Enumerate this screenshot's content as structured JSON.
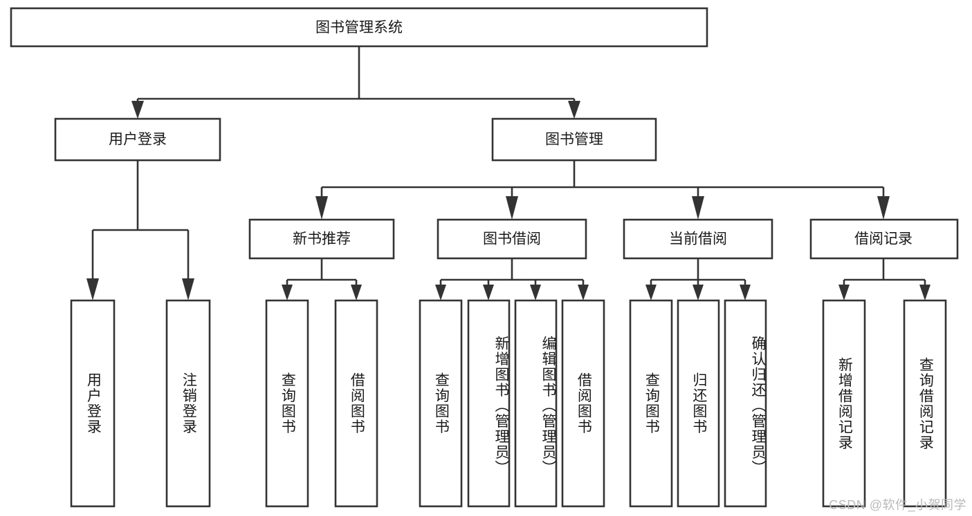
{
  "diagram": {
    "title": "图书管理系统",
    "watermark": "CSDN @软件_小贺同学",
    "colors": {
      "stroke": "#333333",
      "fill": "#ffffff",
      "text": "#1a1a1a",
      "watermark": "#b9b9b9",
      "background": "#ffffff"
    },
    "levels": {
      "root": "图书管理系统",
      "level2": [
        "用户登录",
        "图书管理"
      ],
      "level3": [
        "新书推荐",
        "图书借阅",
        "当前借阅",
        "借阅记录"
      ]
    },
    "nodes": {
      "root": {
        "label": "图书管理系统",
        "orientation": "horizontal"
      },
      "user_login": {
        "label": "用户登录",
        "orientation": "horizontal"
      },
      "book_manage": {
        "label": "图书管理",
        "orientation": "horizontal"
      },
      "new_book_rec": {
        "label": "新书推荐",
        "orientation": "horizontal"
      },
      "book_borrow": {
        "label": "图书借阅",
        "orientation": "horizontal"
      },
      "current_borrow": {
        "label": "当前借阅",
        "orientation": "horizontal"
      },
      "borrow_record": {
        "label": "借阅记录",
        "orientation": "horizontal"
      },
      "leaf_user_login": {
        "label": "用户登录",
        "orientation": "vertical"
      },
      "leaf_logout": {
        "label": "注销登录",
        "orientation": "vertical"
      },
      "leaf_query_book_a": {
        "label": "查询图书",
        "orientation": "vertical"
      },
      "leaf_borrow_book_a": {
        "label": "借阅图书",
        "orientation": "vertical"
      },
      "leaf_query_book_b": {
        "label": "查询图书",
        "orientation": "vertical"
      },
      "leaf_add_book": {
        "label": "新增图书（管理员）",
        "orientation": "vertical"
      },
      "leaf_edit_book": {
        "label": "编辑图书（管理员）",
        "orientation": "vertical"
      },
      "leaf_borrow_book_b": {
        "label": "借阅图书",
        "orientation": "vertical"
      },
      "leaf_query_book_c": {
        "label": "查询图书",
        "orientation": "vertical"
      },
      "leaf_return_book": {
        "label": "归还图书",
        "orientation": "vertical"
      },
      "leaf_confirm_return": {
        "label": "确认归还（管理员）",
        "orientation": "vertical"
      },
      "leaf_add_record": {
        "label": "新增借阅记录",
        "orientation": "vertical"
      },
      "leaf_query_record": {
        "label": "查询借阅记录",
        "orientation": "vertical"
      }
    },
    "edges": [
      {
        "from": "root",
        "to": "user_login"
      },
      {
        "from": "root",
        "to": "book_manage"
      },
      {
        "from": "user_login",
        "to": "leaf_user_login"
      },
      {
        "from": "user_login",
        "to": "leaf_logout"
      },
      {
        "from": "book_manage",
        "to": "new_book_rec"
      },
      {
        "from": "book_manage",
        "to": "book_borrow"
      },
      {
        "from": "book_manage",
        "to": "current_borrow"
      },
      {
        "from": "book_manage",
        "to": "borrow_record"
      },
      {
        "from": "new_book_rec",
        "to": "leaf_query_book_a"
      },
      {
        "from": "new_book_rec",
        "to": "leaf_borrow_book_a"
      },
      {
        "from": "book_borrow",
        "to": "leaf_query_book_b"
      },
      {
        "from": "book_borrow",
        "to": "leaf_add_book"
      },
      {
        "from": "book_borrow",
        "to": "leaf_edit_book"
      },
      {
        "from": "book_borrow",
        "to": "leaf_borrow_book_b"
      },
      {
        "from": "current_borrow",
        "to": "leaf_query_book_c"
      },
      {
        "from": "current_borrow",
        "to": "leaf_return_book"
      },
      {
        "from": "current_borrow",
        "to": "leaf_confirm_return"
      },
      {
        "from": "borrow_record",
        "to": "leaf_add_record"
      },
      {
        "from": "borrow_record",
        "to": "leaf_query_record"
      }
    ]
  }
}
